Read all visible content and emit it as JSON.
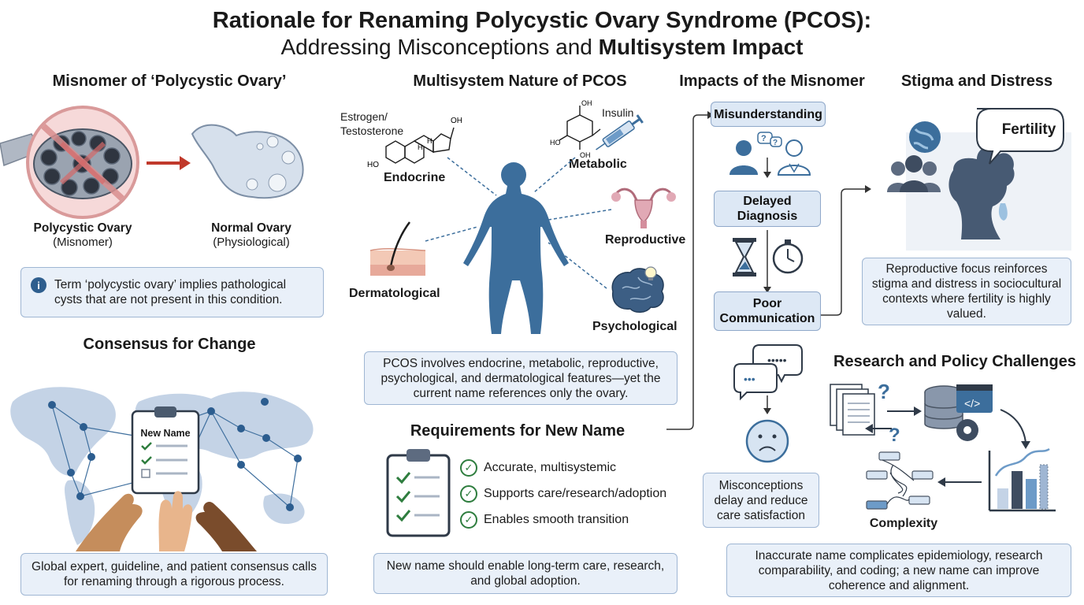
{
  "title": {
    "line1": "Rationale for Renaming Polycystic Ovary Syndrome (PCOS):",
    "line2_a": "Addressing Misconceptions and ",
    "line2_b": "Multisystem Impact"
  },
  "misnomer": {
    "heading": "Misnomer of ‘Polycystic Ovary’",
    "poly_label": "Polycystic Ovary",
    "poly_sub": "(Misnomer)",
    "normal_label": "Normal Ovary",
    "normal_sub": "(Physiological)",
    "info_text": "Term ‘polycystic ovary’ implies pathological cysts that are not present in this condition."
  },
  "consensus": {
    "heading": "Consensus for Change",
    "clipboard_label": "New Name",
    "box_text": "Global expert, guideline, and patient consensus calls for renaming through a rigorous process."
  },
  "multisystem": {
    "heading": "Multisystem Nature of PCOS",
    "estrogen_label_1": "Estrogen/",
    "estrogen_label_2": "Testosterone",
    "insulin_label": "Insulin",
    "endocrine": "Endocrine",
    "metabolic": "Metabolic",
    "reproductive": "Reproductive",
    "dermatological": "Dermatological",
    "psychological": "Psychological",
    "box_text": "PCOS involves endocrine, metabolic, reproductive, psychological, and dermatological features—yet the current name references only the ovary."
  },
  "requirements": {
    "heading": "Requirements for New Name",
    "items": [
      "Accurate, multisystemic",
      "Supports care/research/adoption",
      "Enables smooth transition"
    ],
    "box_text": "New name should enable long-term care, research, and global adoption."
  },
  "impacts": {
    "heading": "Impacts of the Misnomer",
    "step1": "Misunderstanding",
    "step2": "Delayed Diagnosis",
    "step3": "Poor Communication",
    "box_text": "Misconceptions delay and reduce care satisfaction"
  },
  "stigma": {
    "heading": "Stigma and Distress",
    "bubble": "Fertility",
    "box_text": "Reproductive focus reinforces stigma and distress in sociocultural contexts where fertility is highly valued."
  },
  "research": {
    "heading": "Research and Policy Challenges",
    "complexity": "Complexity",
    "box_text": "Inaccurate name complicates epidemiology, research comparability, and coding; a new name can improve coherence and alignment."
  },
  "colors": {
    "accent_blue": "#3c6e9c",
    "box_fill": "#e9f0f9",
    "box_border": "#9fb6d3",
    "arrow_red": "#c0392b",
    "check_green": "#2e7d3e"
  }
}
